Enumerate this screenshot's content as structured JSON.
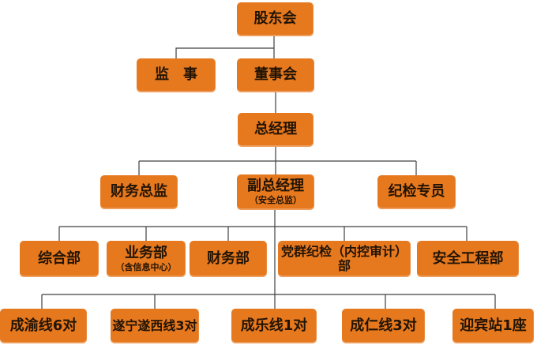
{
  "page": {
    "type": "organization-chart",
    "background": "#ffffff"
  },
  "colors": {
    "node_fill": "#e6781e",
    "node_text": "#221405",
    "connector": "#404040"
  },
  "org_chart": {
    "nodes": {
      "shareholders": {
        "label": "股东会"
      },
      "supervisor": {
        "label": "监　事"
      },
      "board": {
        "label": "董事会"
      },
      "general_manager": {
        "label": "总经理"
      },
      "cfo": {
        "label": "财务总监"
      },
      "deputy_gm": {
        "label": "副总经理",
        "sublabel": "（安全总监）"
      },
      "discipline_specialist": {
        "label": "纪检专员"
      },
      "general_dept": {
        "label": "综合部"
      },
      "business_dept": {
        "label": "业务部",
        "sublabel": "（含信息中心）"
      },
      "finance_dept": {
        "label": "财务部"
      },
      "party_discipline_audit_dept": {
        "label": "党群纪检（内控审计）部"
      },
      "safety_engineering_dept": {
        "label": "安全工程部"
      },
      "chengyu_line": {
        "label": "成渝线6对"
      },
      "suining_suixi_line": {
        "label": "遂宁遂西线3对"
      },
      "chengle_line": {
        "label": "成乐线1对"
      },
      "chengren_line": {
        "label": "成仁线3对"
      },
      "yingbin_station": {
        "label": "迎宾站1座"
      }
    },
    "edges": [
      "股东会-董事会",
      "股东会-监事",
      "董事会-总经理",
      "总经理-财务总监",
      "总经理-副总经理",
      "总经理-纪检专员",
      "副总经理-综合部",
      "副总经理-业务部",
      "副总经理-财务部",
      "副总经理-党群纪检（内控审计）部",
      "副总经理-安全工程部",
      "副总经理-成渝线6对",
      "副总经理-遂宁遂西线3对",
      "副总经理-成乐线1对",
      "副总经理-成仁线3对",
      "副总经理-迎宾站1座"
    ]
  }
}
